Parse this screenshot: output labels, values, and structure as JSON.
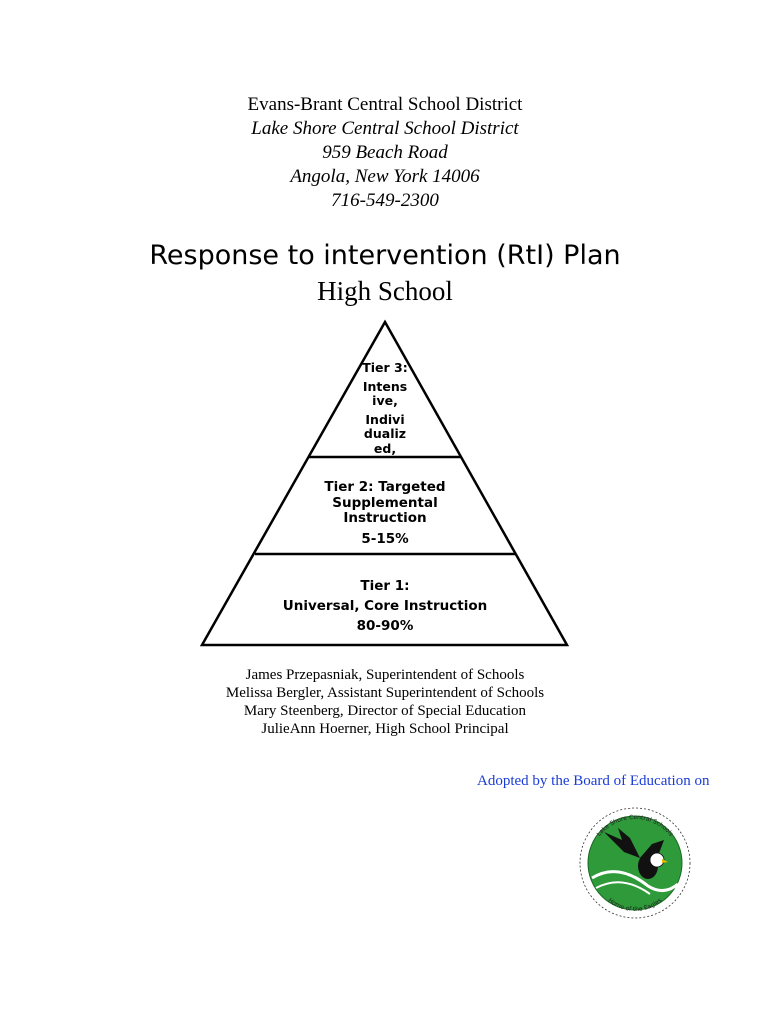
{
  "header": {
    "district_1": "Evans-Brant Central School District",
    "district_2": "Lake Shore Central School District",
    "street": "959 Beach Road",
    "city": "Angola, New York 14006",
    "phone": "716-549-2300"
  },
  "title": "Response to intervention (RtI) Plan",
  "subtitle": "High School",
  "pyramid": {
    "tier3": {
      "l1": "Tier 3:",
      "l2": "Intens",
      "l3": "ive,",
      "l4": "Indivi",
      "l5": "dualiz",
      "l6": "ed,"
    },
    "tier2": {
      "l1": "Tier 2: Targeted",
      "l2": "Supplemental",
      "l3": "Instruction",
      "pct": "5-15%"
    },
    "tier1": {
      "l1": "Tier 1:",
      "l2": "Universal, Core Instruction",
      "pct": "80-90%"
    }
  },
  "staff": [
    "James Przepasniak, Superintendent of Schools",
    "Melissa Bergler, Assistant Superintendent of Schools",
    "Mary Steenberg, Director of Special Education",
    "JulieAnn Hoerner, High School Principal"
  ],
  "adopted": "Adopted by the Board of Education on",
  "seal": {
    "top_text": "Lake Shore Central Schools",
    "bottom_text": "Home of the Eagles"
  },
  "colors": {
    "link_blue": "#1a3cd6",
    "seal_green": "#2e9a3a"
  }
}
